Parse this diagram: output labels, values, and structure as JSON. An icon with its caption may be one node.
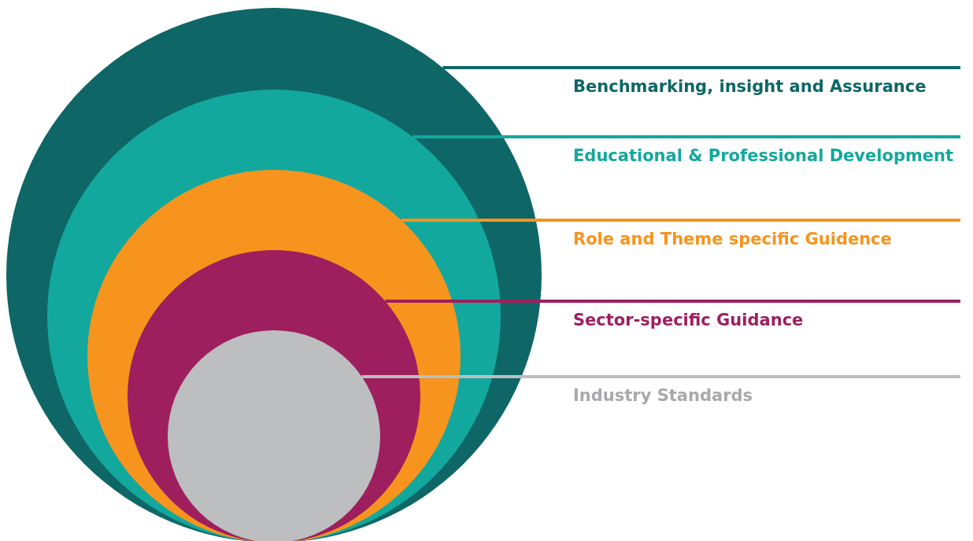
{
  "diagram": {
    "nodes": [
      {
        "text": [],
        "shape": "circle"
      },
      {
        "text": [],
        "shape": "circle",
        "in": 0
      },
      {
        "text": [],
        "shape": "circle",
        "in": 1
      },
      {
        "text": [],
        "shape": "circle",
        "in": 2
      },
      {
        "text": [],
        "shape": "circle",
        "in": 3
      },
      {
        "text": [
          "Benchmarking, insight and Assurance"
        ]
      },
      {
        "text": [
          "Educational & Professional Development"
        ]
      },
      {
        "text": [
          "Role and Theme specific Guidence"
        ]
      },
      {
        "text": [
          "Sector-specific Guidance"
        ]
      },
      {
        "text": [
          "Industry Standards"
        ]
      }
    ],
    "edges": [
      {
        "from": 5,
        "to": 0,
        "arrow": "none",
        "color": "#0e6766"
      },
      {
        "from": 6,
        "to": 1,
        "arrow": "none",
        "color": "#13a89e"
      },
      {
        "from": 7,
        "to": 2,
        "arrow": "none",
        "color": "#f7941d"
      },
      {
        "from": 8,
        "to": 3,
        "arrow": "none",
        "color": "#9e1f5e"
      },
      {
        "from": 9,
        "to": 4,
        "arrow": "none",
        "color": "#bcbec0"
      }
    ]
  }
}
